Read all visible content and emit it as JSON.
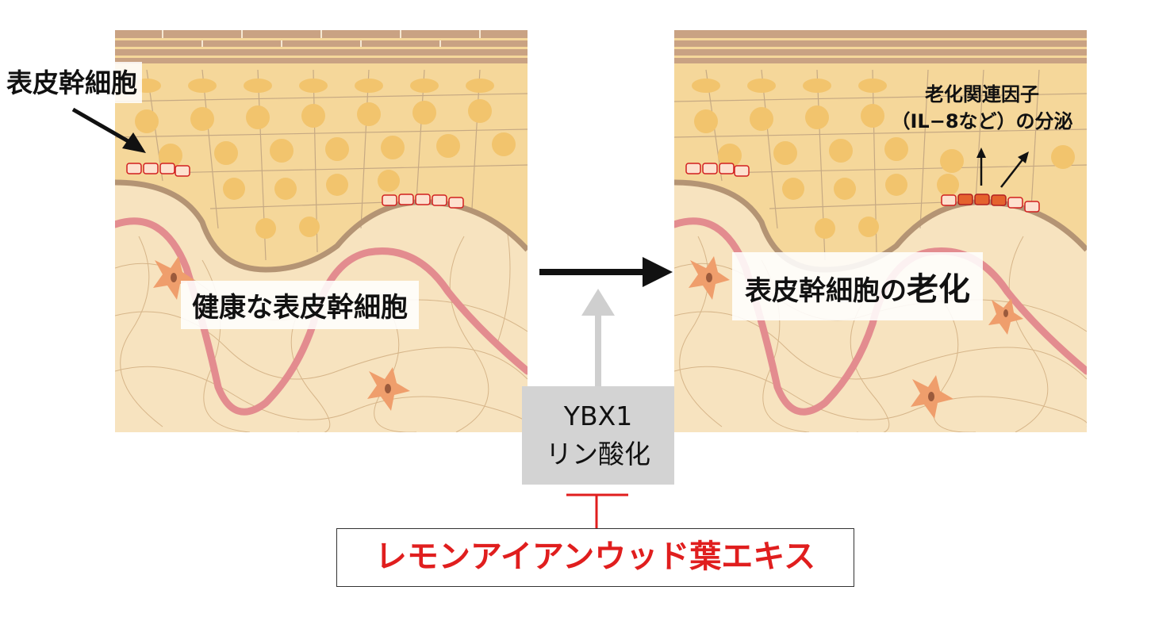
{
  "labels": {
    "stem_cell": "表皮幹細胞",
    "healthy": "健康な表皮幹細胞",
    "aging_prefix": "表皮幹細胞の",
    "aging_emphasis": "老化",
    "factor_line1": "老化関連因子",
    "factor_line2": "（IL−8など）の分泌",
    "ybx_line1": "YBX1",
    "ybx_line2": "リン酸化",
    "extract": "レモンアイアンウッド葉エキス"
  },
  "colors": {
    "dermis": "#f7e3bf",
    "epidermis": "#f5d79a",
    "cell": "#f2c46d",
    "nucleus": "#d29a4b",
    "basement": "#b49474",
    "capillary": "#e38c8f",
    "stem_cell_outline": "#d21f1f",
    "inhibitor": "#e01e1e",
    "gray_arrow": "#cfcfcf"
  }
}
